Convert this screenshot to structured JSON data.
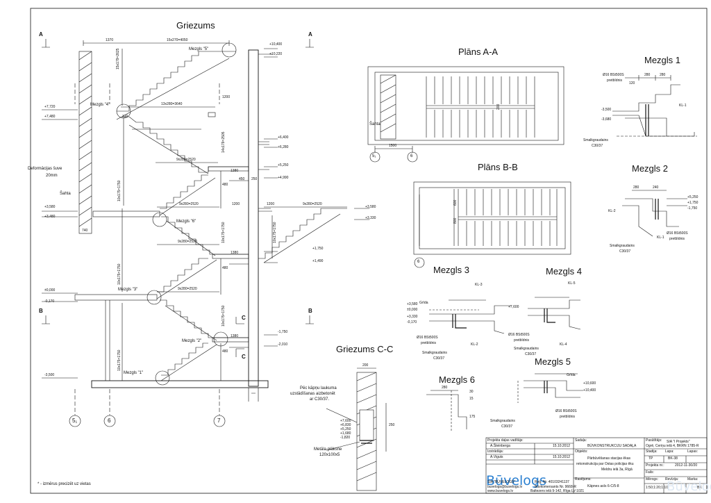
{
  "titles": {
    "griezums": "Griezums",
    "plans_aa": "Plāns A-A",
    "plans_bb": "Plāns B-B",
    "griezums_cc": "Griezums C-C",
    "mezgls1": "Mezgls 1",
    "mezgls2": "Mezgls 2",
    "mezgls3": "Mezgls 3",
    "mezgls4": "Mezgls 4",
    "mezgls5": "Mezgls 5",
    "mezgls6": "Mezgls 6"
  },
  "section_markers": {
    "a": "A",
    "b": "B",
    "c": "C"
  },
  "axes": {
    "a5": "5₁",
    "a6": "6",
    "a7": "7"
  },
  "main_section": {
    "node5": "Mezgls \"5\"",
    "node4": "Mezgls \"4\"",
    "node6": "Mezgls \"6\"",
    "node3": "Mezgls \"3\"",
    "node2": "Mezgls \"2\"",
    "node1": "Mezgls \"1\"",
    "deformation": "Deformācijas šuve",
    "deformation_size": "20mm",
    "shaft": "Šahta",
    "dim_top": "15x270=4050",
    "dim_1370": "1370",
    "dim_13x280": "13x280=3640",
    "dim_14x179": "14x179=2505",
    "dim_15x179": "15x179=2625",
    "dim_1200": "1200",
    "dim_9x280": "9x280=2520",
    "dim_1380": "1380",
    "dim_480": "480",
    "dim_450": "450",
    "dim_250": "250",
    "dim_120": "120",
    "dim_740": "740",
    "dim_10x175": "10x175=1750",
    "lvl_p10400": "+10,400",
    "lvl_p10220": "+10,220",
    "lvl_p7720": "+7,720",
    "lvl_p7480": "+7,480",
    "lvl_p6400": "+6,400",
    "lvl_p6280": "+6,280",
    "lvl_p5250": "+5,250",
    "lvl_p4990": "+4,990",
    "lvl_p3580": "+3,580",
    "lvl_p3480": "+3,480",
    "lvl_p3330": "+3,330",
    "lvl_p1750": "+1,750",
    "lvl_p1490": "+1,490",
    "lvl_0000": "±0,000",
    "lvl_m0170": "-0,170",
    "lvl_m1750": "-1,750",
    "lvl_m2010": "-2,010",
    "lvl_m3500": "-3,500"
  },
  "plan_aa": {
    "shaft": "Šahta",
    "dim_1500": "1500",
    "dim_200": "200"
  },
  "plan_bb": {
    "dim_600": "600",
    "dim_800": "800"
  },
  "nodes": {
    "rebar": "Ø16 BSt500S",
    "rebar_sub": "pretbīdnis",
    "concrete": "Smalkgraudains",
    "concrete_class": "C30/37",
    "grida": "Grīda",
    "kl1": "KL-1",
    "kl2": "KL-2",
    "kl3": "KL-3",
    "kl4": "KL-4",
    "kl5": "KL-5",
    "n1_280a": "280",
    "n1_280b": "280",
    "n1_120": "120",
    "n1_l1": "-3,500",
    "n1_l2": "-3,680",
    "n2_280": "280",
    "n2_240": "240",
    "n2_l1": "+5,250",
    "n2_l2": "+1,750",
    "n2_l3": "-1,750",
    "n3_l1": "+3,580",
    "n3_l2": "±0,000",
    "n3_l3": "+3,330",
    "n3_l4": "-0,170",
    "n4_l1": "+7,600",
    "n5_l1": "+10,600",
    "n5_l2": "+10,400",
    "n6_280": "280",
    "n6_30": "30",
    "n6_15": "15",
    "n6_175": "175"
  },
  "section_cc": {
    "note1": "Pēc kāpņu laukuma",
    "note2": "uzstādīšanas aizbetonēt",
    "note3": "ar C30/37.",
    "plate1": "Metāla plāksne",
    "plate2": "120x100x5",
    "dim_200": "200",
    "dim_250": "250",
    "lvls": [
      "+7,600",
      "+6,830",
      "+5,250",
      "+1,680",
      "-1,820"
    ]
  },
  "footnote": "* - izmērus precizēt uz vietas",
  "title_block": {
    "project_head": "Projekta daļas vadītājs:",
    "name1": "A.Šteinberga",
    "date1": "15.10.2012",
    "izstradaja": "Izstrādāja:",
    "name2": "A.Viguts",
    "date2": "15.10.2012",
    "company_line1": "SIA \"BŪVELOGS\"",
    "company_line2": "buvelogs@buvelogs.lv",
    "company_line3": "www.buvelogs.lv",
    "reg1": "Reģ. Nr. 40103241137",
    "reg2": "Būvkomersants Nr. 9668-R",
    "reg3": "Baltezers ielā 9-142, Rīga LV-1021",
    "sadala_label": "Sadaļa:",
    "sadala_value": "BŪVKONSTRUKCIJU SADAĻA",
    "objekts_label": "Objekts:",
    "objekts_value1": "Pārbūvēšanas stacijas ēkas",
    "objekts_value2": "rekonstrukcija par Ostas policijas ēku",
    "objekts_value3": "Meldru ielā 3a, Rīgā",
    "rasejums_label": "Rasējums:",
    "rasejums_value": "Kāpnes asīs 6-C/5-8",
    "pasutitajs_label": "Pasūtītājs:",
    "pasutitajs_value1": "SIA \"I Projekts\"",
    "pasutitajs_value2": "Ogrē, Ceriņu ielā 4, BKRN 1785-R",
    "stadija_label": "Stadija:",
    "stadija_value": "TP",
    "lapa_label": "Lapa:",
    "lapa_value": "BK-38",
    "lapas_label": "Lapas:",
    "projekta_nr_label": "Projekta nr.:",
    "projekta_nr_value": "2012-11-30/20",
    "fails_label": "Fails:",
    "merogs_label": "Mērogs:",
    "merogs_value": "1:50;1:20;1:10",
    "revizija_label": "Revīzija:",
    "marka_label": "Marka:",
    "marka_value": "BK"
  },
  "logo_text": "Būvelogs",
  "watermark_text": "Būvelogs"
}
